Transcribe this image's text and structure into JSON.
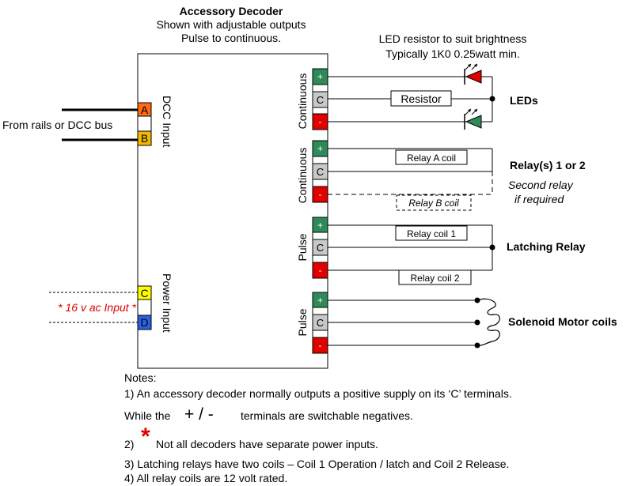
{
  "title": "Accessory Decoder",
  "subtitle_line1": "Shown with adjustable outputs",
  "subtitle_line2": "Pulse to continuous.",
  "led_note_line1": "LED resistor to suit brightness",
  "led_note_line2": "Typically 1K0 0.25watt min.",
  "from_rails": "From rails or DCC bus",
  "dcc_input_label": "DCC Input",
  "power_input_label": "Power Input",
  "ac_input_label": "* 16 v ac Input *",
  "input_terminals": {
    "a": "A",
    "b": "B",
    "c": "C",
    "d": "D"
  },
  "output_terminals": {
    "plus": "+",
    "common": "C",
    "minus": "-"
  },
  "outputs": [
    {
      "mode": "Continuous",
      "load": "LEDs",
      "component": "Resistor"
    },
    {
      "mode": "Continuous",
      "load": "Relay(s) 1 or 2",
      "component": "Relay A coil",
      "component2": "Relay B coil",
      "note_line1": "Second relay",
      "note_line2": "if required"
    },
    {
      "mode": "Pulse",
      "load": "Latching Relay",
      "component": "Relay coil 1",
      "component2": "Relay coil 2"
    },
    {
      "mode": "Pulse",
      "load": "Solenoid Motor coils"
    }
  ],
  "colors": {
    "plus": "#2e8b57",
    "common": "#c8c8c8",
    "minus": "#e00000",
    "a": "#ff6a13",
    "b": "#f5b800",
    "c": "#ffff00",
    "d": "#2a60e0",
    "led_red": "#e00000",
    "led_green": "#2e8b57",
    "ac_text": "#e00000"
  },
  "notes": {
    "heading": "Notes:",
    "n1": "1)  An accessory decoder normally outputs a positive supply on its ‘C’ terminals.",
    "n1b_prefix": "While the",
    "n1b_symbols": "+ / -",
    "n1b_suffix": "terminals are switchable negatives.",
    "n2_prefix": "2)",
    "n2_star": "*",
    "n2_text": "Not all decoders have separate power inputs.",
    "n3": "3)  Latching relays have two coils – Coil 1 Operation / latch and Coil 2 Release.",
    "n4": "4)  All relay coils are 12 volt rated."
  }
}
